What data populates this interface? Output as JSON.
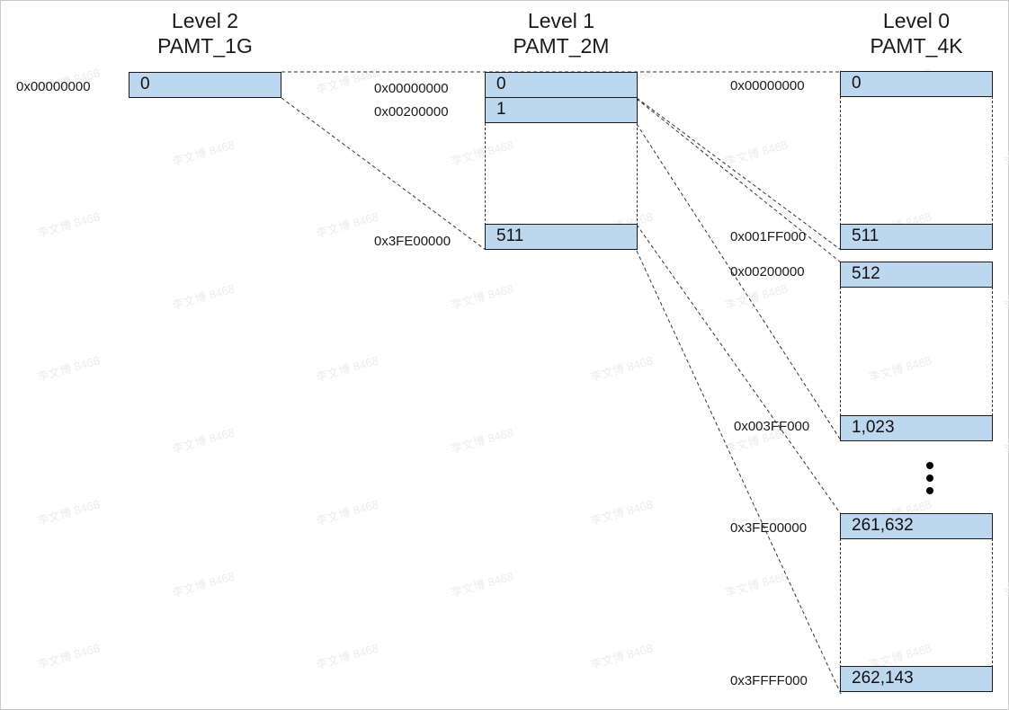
{
  "levels": {
    "level2": {
      "title": "Level 2",
      "name": "PAMT_1G"
    },
    "level1": {
      "title": "Level 1",
      "name": "PAMT_2M"
    },
    "level0": {
      "title": "Level 0",
      "name": "PAMT_4K"
    }
  },
  "entries": {
    "l2_0": "0",
    "l1_0": "0",
    "l1_1": "1",
    "l1_511": "511",
    "l0_0": "0",
    "l0_511": "511",
    "l0_512": "512",
    "l0_1023": "1,023",
    "l0_261632": "261,632",
    "l0_262143": "262,143"
  },
  "addresses": {
    "l2_0": "0x00000000",
    "l1_0": "0x00000000",
    "l1_1": "0x00200000",
    "l1_511": "0x3FE00000",
    "l0_0": "0x00000000",
    "l0_511": "0x001FF000",
    "l0_512": "0x00200000",
    "l0_1023": "0x003FF000",
    "l0_261632": "0x3FE00000",
    "l0_262143": "0x3FFFF000"
  },
  "colors": {
    "cell_fill": "#bdd7ee",
    "border": "#1a1a1a"
  }
}
